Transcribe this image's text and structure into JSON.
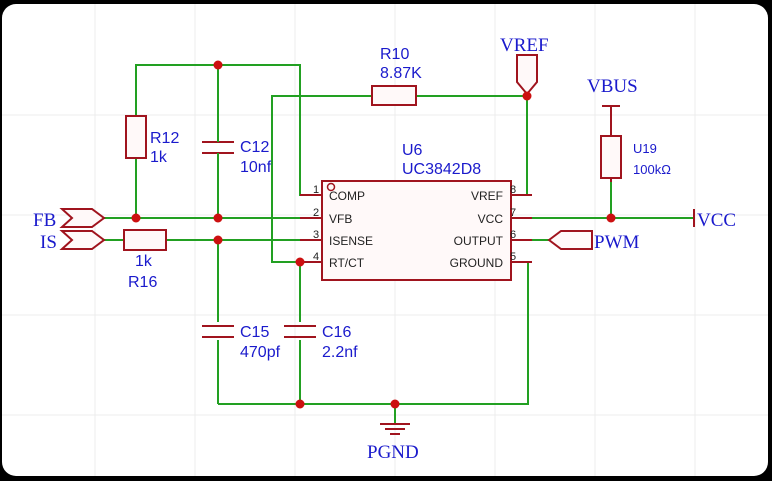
{
  "colors": {
    "wire": "#22a022",
    "component": "#a0141e",
    "label": "#1a1acc",
    "pin_text": "#222222",
    "junction": "#cc1010",
    "grid": "#ececec"
  },
  "ic": {
    "ref": "U6",
    "part": "UC3842D8",
    "pins": [
      {
        "num": "1",
        "name": "COMP"
      },
      {
        "num": "2",
        "name": "VFB"
      },
      {
        "num": "3",
        "name": "ISENSE"
      },
      {
        "num": "4",
        "name": "RT/CT"
      },
      {
        "num": "8",
        "name": "VREF"
      },
      {
        "num": "7",
        "name": "VCC"
      },
      {
        "num": "6",
        "name": "OUTPUT"
      },
      {
        "num": "5",
        "name": "GROUND"
      }
    ]
  },
  "components": {
    "r10": {
      "ref": "R10",
      "value": "8.87K"
    },
    "r12": {
      "ref": "R12",
      "value": "1k"
    },
    "r16": {
      "ref": "R16",
      "value": "1k"
    },
    "u19": {
      "ref": "U19",
      "value": "100kΩ"
    },
    "c12": {
      "ref": "C12",
      "value": "10nf"
    },
    "c15": {
      "ref": "C15",
      "value": "470pf"
    },
    "c16": {
      "ref": "C16",
      "value": "2.2nf"
    }
  },
  "nets": {
    "fb": "FB",
    "is": "IS",
    "vref": "VREF",
    "vbus": "VBUS",
    "vcc": "VCC",
    "pwm": "PWM",
    "pgnd": "PGND"
  }
}
